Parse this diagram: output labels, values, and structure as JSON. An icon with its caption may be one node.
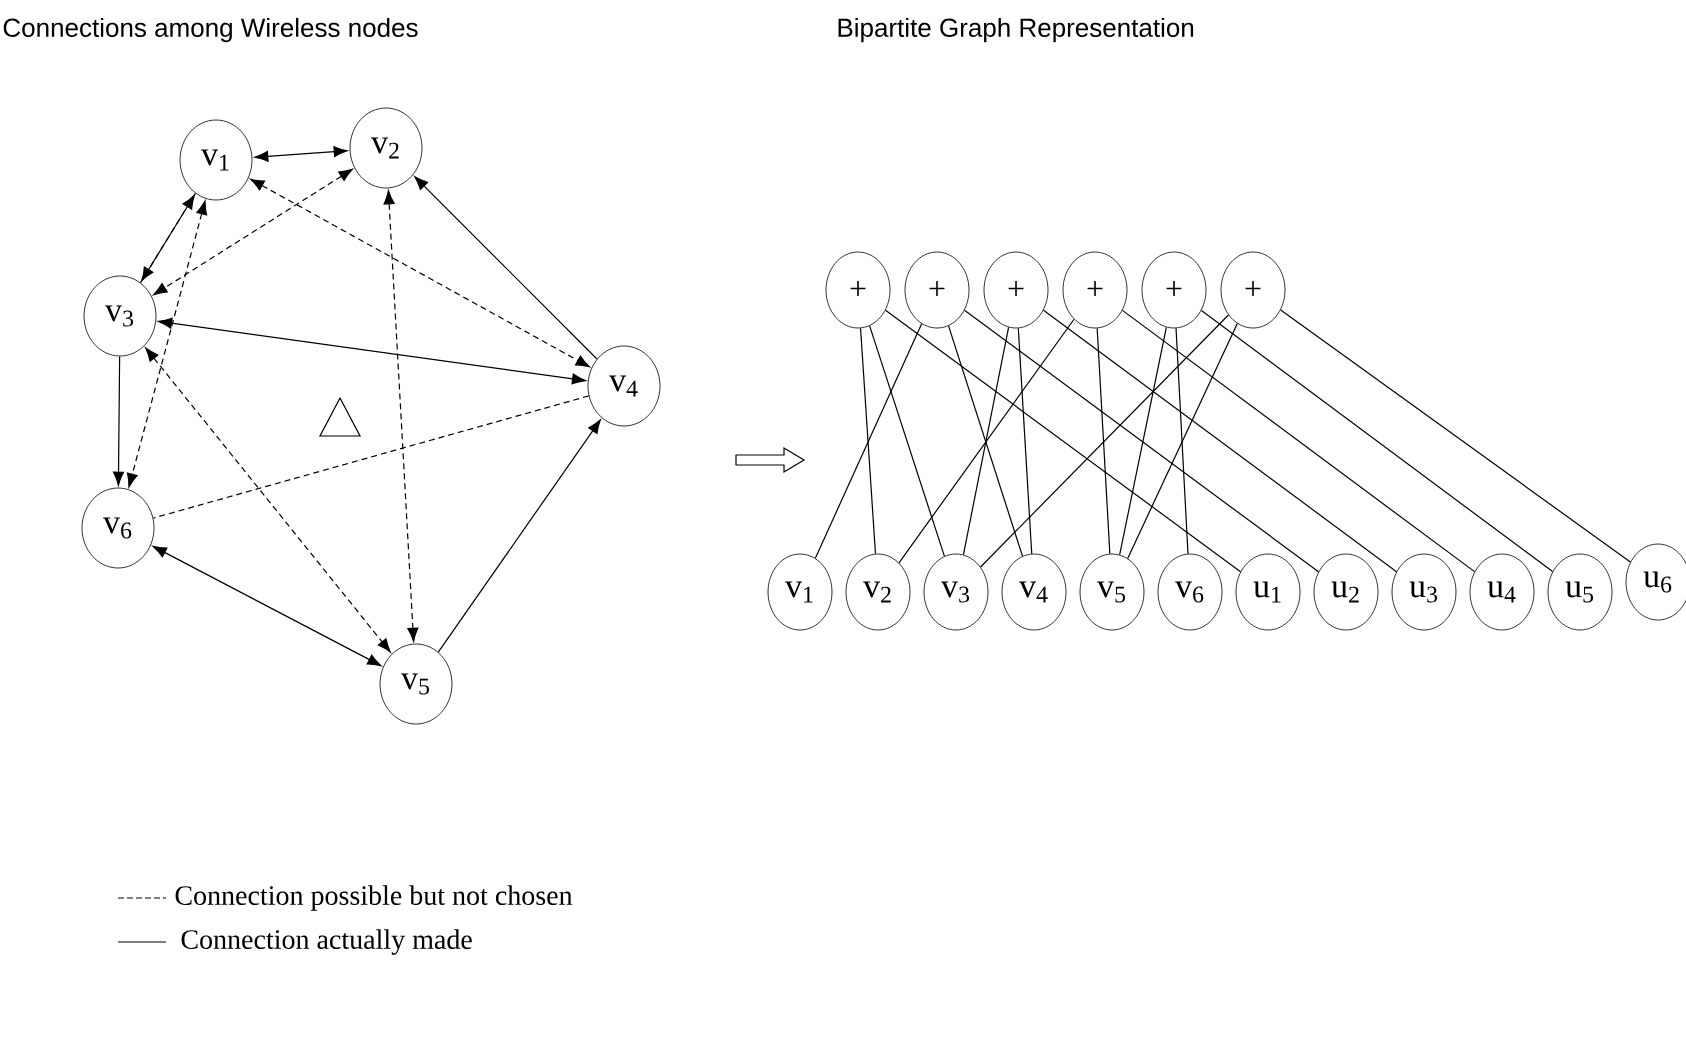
{
  "diagram": {
    "nodes": [
      {
        "text": [
          "v$_{1}$"
        ]
      },
      {
        "text": [
          "v$_{2}$"
        ]
      },
      {
        "text": [
          "v$_{3}$"
        ]
      },
      {
        "text": [
          "v$_{4}$"
        ]
      },
      {
        "text": [
          "v$_{5}$"
        ]
      },
      {
        "text": [
          "v$_{6}$"
        ]
      },
      {
        "text": [
          "+"
        ]
      },
      {
        "text": [
          "+"
        ]
      },
      {
        "text": [
          "+"
        ]
      },
      {
        "text": [
          "+"
        ]
      },
      {
        "text": [
          "+"
        ]
      },
      {
        "text": [
          "+"
        ]
      },
      {
        "text": [
          "v$_{1}$"
        ]
      },
      {
        "text": [
          "v$_{2}$"
        ]
      },
      {
        "text": [
          "v$_{3}$"
        ]
      },
      {
        "text": [
          "v$_{4}$"
        ]
      },
      {
        "text": [
          "v$_{5}$"
        ]
      },
      {
        "text": [
          "v$_{6}$"
        ]
      },
      {
        "text": [
          "u$_{1}$"
        ]
      },
      {
        "text": [
          "u$_{2}$"
        ]
      },
      {
        "text": [
          "u$_{3}$"
        ]
      },
      {
        "text": [
          "u$_{4}$"
        ]
      },
      {
        "text": [
          "u$_{5}$"
        ]
      },
      {
        "text": [
          "u$_{6}$"
        ]
      }
    ],
    "edges": [
      {
        "from": 0,
        "to": 1,
        "arrow": "both"
      },
      {
        "from": 0,
        "to": 2,
        "arrow": "to",
        "style": "dashed"
      },
      {
        "from": 2,
        "to": 0,
        "arrow": "to"
      },
      {
        "from": 1,
        "to": 2,
        "arrow": "both",
        "style": "dashed"
      },
      {
        "from": 0,
        "to": 3,
        "arrow": "both",
        "style": "dashed"
      },
      {
        "from": 0,
        "to": 5,
        "arrow": "both",
        "style": "dashed"
      },
      {
        "from": 2,
        "to": 3,
        "arrow": "both"
      },
      {
        "from": 2,
        "to": 5,
        "arrow": "to"
      },
      {
        "from": 1,
        "to": 4,
        "arrow": "both",
        "style": "dashed"
      },
      {
        "from": 2,
        "to": 4,
        "arrow": "both",
        "style": "dashed"
      },
      {
        "from": 3,
        "to": 5,
        "arrow": "none",
        "style": "dashed"
      },
      {
        "from": 5,
        "to": 4,
        "arrow": "both"
      },
      {
        "from": 4,
        "to": 3,
        "arrow": "to"
      },
      {
        "from": 3,
        "to": 1,
        "arrow": "to"
      },
      {
        "from": 6,
        "to": 13,
        "arrow": "none"
      },
      {
        "from": 6,
        "to": 14,
        "arrow": "none"
      },
      {
        "from": 6,
        "to": 18,
        "arrow": "none"
      },
      {
        "from": 7,
        "to": 12,
        "arrow": "none"
      },
      {
        "from": 7,
        "to": 15,
        "arrow": "none"
      },
      {
        "from": 7,
        "to": 19,
        "arrow": "none"
      },
      {
        "from": 8,
        "to": 14,
        "arrow": "none"
      },
      {
        "from": 8,
        "to": 15,
        "arrow": "none"
      },
      {
        "from": 8,
        "to": 20,
        "arrow": "none"
      },
      {
        "from": 9,
        "to": 13,
        "arrow": "none"
      },
      {
        "from": 9,
        "to": 16,
        "arrow": "none"
      },
      {
        "from": 9,
        "to": 21,
        "arrow": "none"
      },
      {
        "from": 10,
        "to": 16,
        "arrow": "none"
      },
      {
        "from": 10,
        "to": 17,
        "arrow": "none"
      },
      {
        "from": 10,
        "to": 22,
        "arrow": "none"
      },
      {
        "from": 11,
        "to": 14,
        "arrow": "none"
      },
      {
        "from": 11,
        "to": 16,
        "arrow": "none"
      },
      {
        "from": 11,
        "to": 23,
        "arrow": "none"
      }
    ],
    "labels": [
      "Connections among Wireless nodes",
      "Bipartite Graph Representation"
    ],
    "legend": [
      {
        "text": "Connection possible but not chosen"
      },
      {
        "text": "Connection actually made"
      }
    ]
  }
}
